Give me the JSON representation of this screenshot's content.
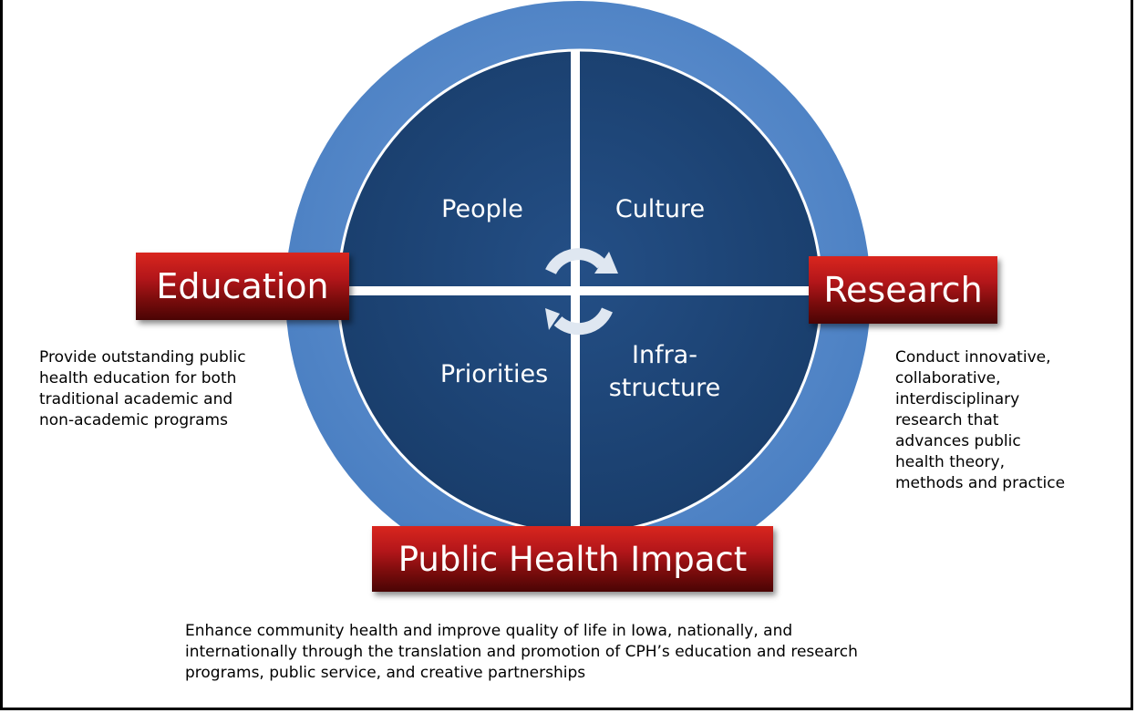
{
  "center": {
    "quadrants": [
      "People",
      "Culture",
      "Priorities",
      "Infra-\nstructure"
    ],
    "cycle_icon": "circular-arrows-icon"
  },
  "banners": {
    "education": "Education",
    "research": "Research",
    "impact": "Public Health Impact"
  },
  "descriptions": {
    "education": "Provide outstanding public\nhealth education for both\ntraditional academic and\nnon-academic programs",
    "research": "Conduct innovative,\ncollaborative,\ninterdisciplinary\nresearch that\nadvances public\nhealth theory,\nmethods and practice",
    "impact": "Enhance community health and improve quality of life in Iowa, nationally, and\ninternationally through the translation and promotion of CPH’s education and research\nprograms, public service, and creative partnerships"
  },
  "colors": {
    "outer_ring": "#5b8fd0",
    "inner_circle": "#1f4778",
    "divider": "#ffffff",
    "banner_red": "#b3161a"
  }
}
